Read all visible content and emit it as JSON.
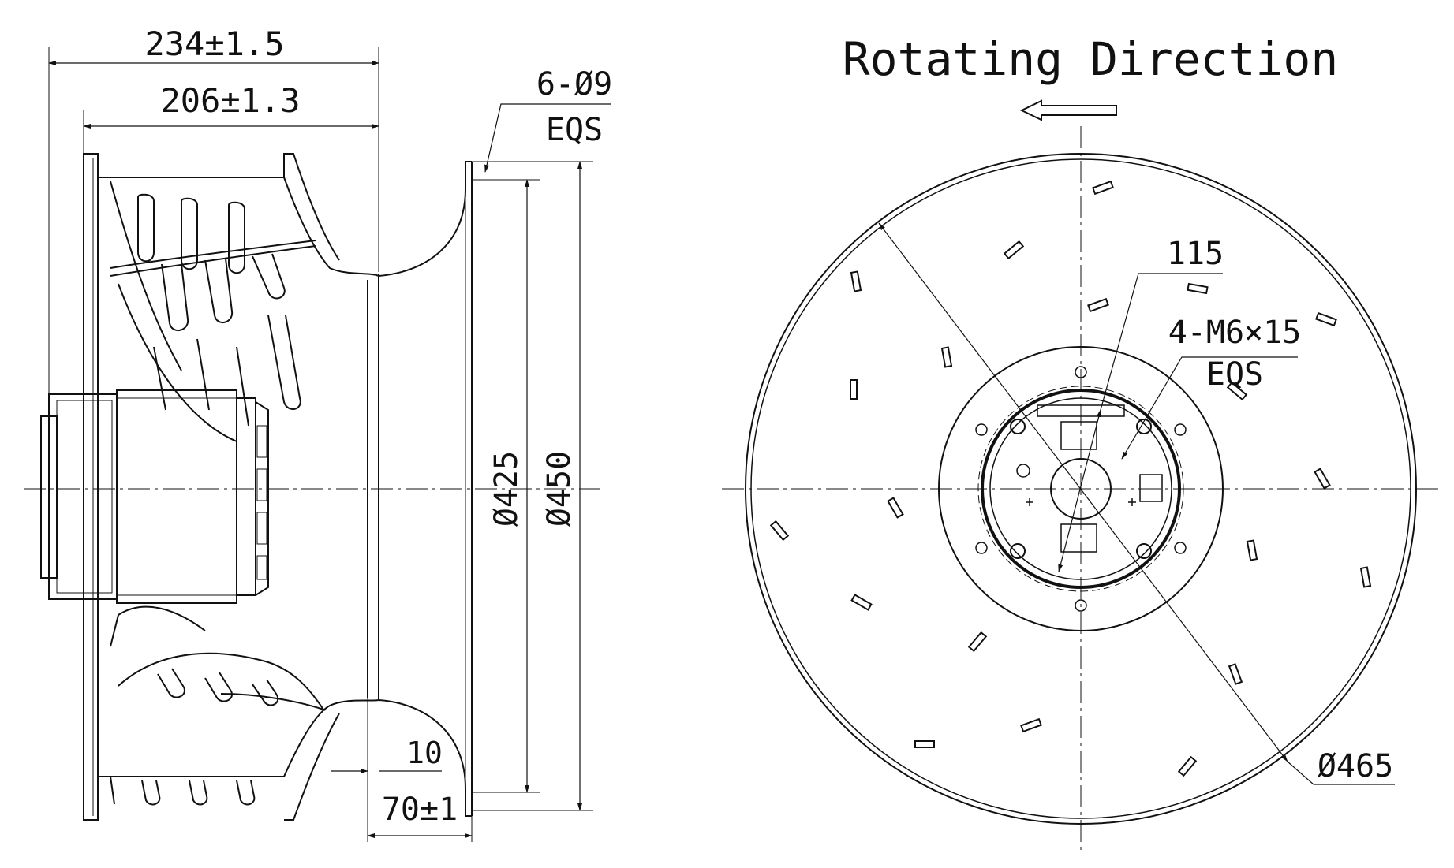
{
  "drawing": {
    "side_view": {
      "dim_overall_length": "234±1.5",
      "dim_impeller_length": "206±1.3",
      "dim_holes": "6-Ø9",
      "dim_holes_note": "EQS",
      "dim_inlet_dia": "Ø425",
      "dim_flange_dia": "Ø450",
      "dim_flange_thickness": "10",
      "dim_inlet_depth": "70±1"
    },
    "front_view": {
      "title": "Rotating Direction",
      "dim_bolt_circle": "115",
      "dim_mount_thread": "4-M6×15",
      "dim_mount_note": "EQS",
      "dim_impeller_dia": "Ø465"
    }
  },
  "colors": {
    "line": "#111111",
    "thin_line": "#333333",
    "background": "#ffffff"
  }
}
